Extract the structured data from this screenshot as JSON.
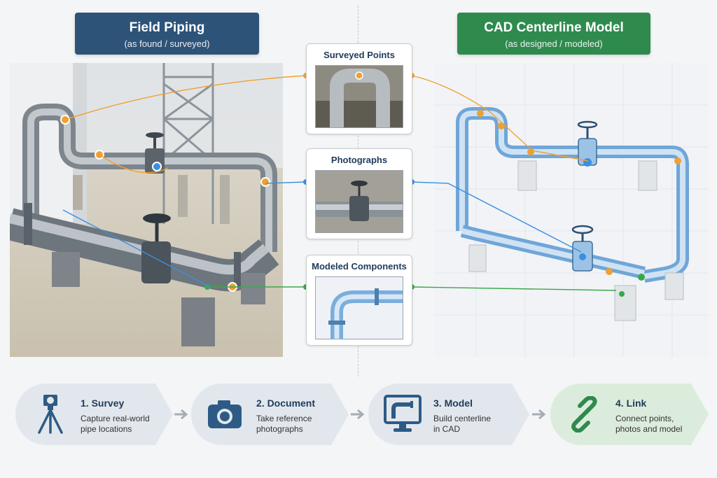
{
  "headers": {
    "left": {
      "title": "Field Piping",
      "subtitle": "(as found / surveyed)"
    },
    "right": {
      "title": "CAD Centerline Model",
      "subtitle": "(as designed / modeled)"
    }
  },
  "cards": [
    {
      "title": "Surveyed Points"
    },
    {
      "title": "Photographs"
    },
    {
      "title": "Modeled Components"
    }
  ],
  "steps": [
    {
      "label": "1. Survey",
      "line1": "Capture real-world",
      "line2": "pipe locations"
    },
    {
      "label": "2. Document",
      "line1": "Take reference",
      "line2": "photographs"
    },
    {
      "label": "3. Model",
      "line1": "Build centerline",
      "line2": "in CAD"
    },
    {
      "label": "4. Link",
      "line1": "Connect points,",
      "line2": "photos and model"
    }
  ],
  "colors": {
    "field_header": "#2d5378",
    "cad_header": "#2f8a4e",
    "survey_line": "#f0a030",
    "photo_line": "#3b8fe0",
    "model_line": "#3aa84a"
  },
  "icons": [
    "tripod-icon",
    "camera-icon",
    "monitor-pipe-icon",
    "chain-link-icon"
  ]
}
